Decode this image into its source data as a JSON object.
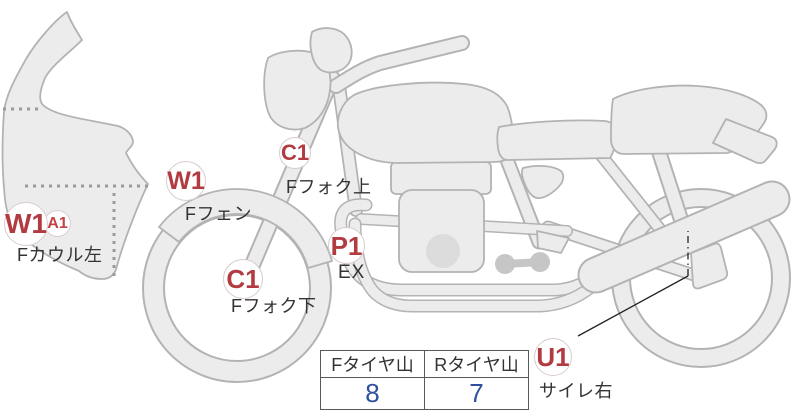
{
  "diagram": {
    "markers": [
      {
        "id": "front-cowl-left",
        "code": "W1",
        "sub_code": "A1",
        "label": "Fカウル左"
      },
      {
        "id": "front-fender",
        "code": "W1",
        "label": "Fフェン"
      },
      {
        "id": "front-fork-upper",
        "code": "C1",
        "label": "Fフォク上"
      },
      {
        "id": "front-fork-lower",
        "code": "C1",
        "label": "Fフォク下"
      },
      {
        "id": "exhaust",
        "code": "P1",
        "label": "EX"
      },
      {
        "id": "silencer-right",
        "code": "U1",
        "label": "サイレ右"
      }
    ],
    "colors": {
      "code_red": "#b23b41",
      "sub_code_red": "#c24444",
      "body_fill": "#ececec",
      "body_stroke": "#b3b3b3",
      "value_blue": "#2e4f9d",
      "label_text": "#333333"
    }
  },
  "tire_table": {
    "columns": [
      {
        "header": "Fタイヤ山",
        "value": "8"
      },
      {
        "header": "Rタイヤ山",
        "value": "7"
      }
    ]
  }
}
